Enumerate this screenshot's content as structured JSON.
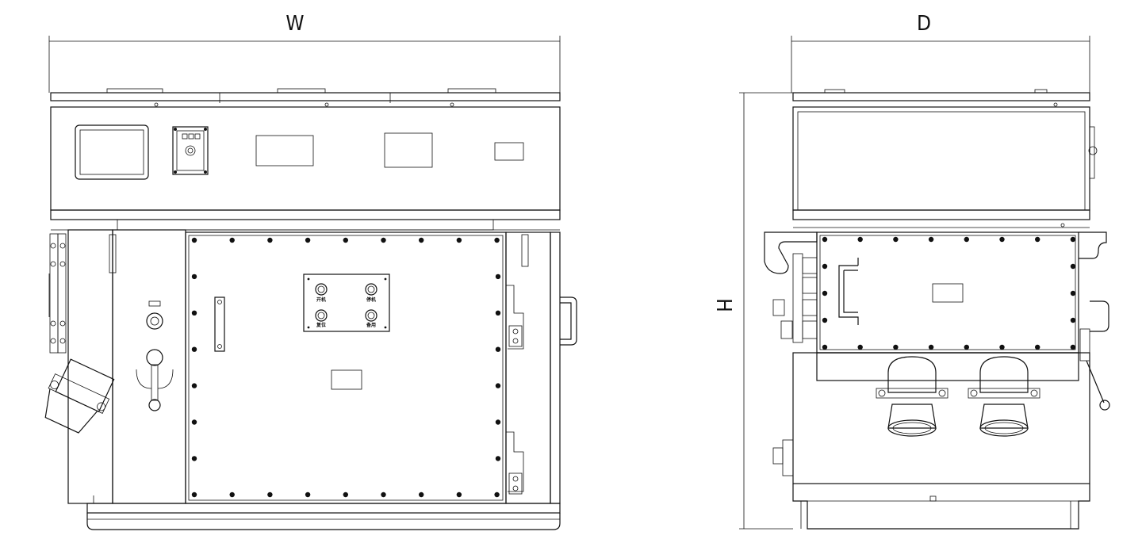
{
  "dimensions": {
    "width_label": "W",
    "depth_label": "D",
    "height_label": "H"
  },
  "control_panel": {
    "buttons": [
      {
        "label": "开机"
      },
      {
        "label": "停机"
      },
      {
        "label": "复位"
      },
      {
        "label": "备用"
      }
    ]
  },
  "colors": {
    "line": "#111111",
    "background": "#ffffff",
    "bolt": "#111111"
  }
}
